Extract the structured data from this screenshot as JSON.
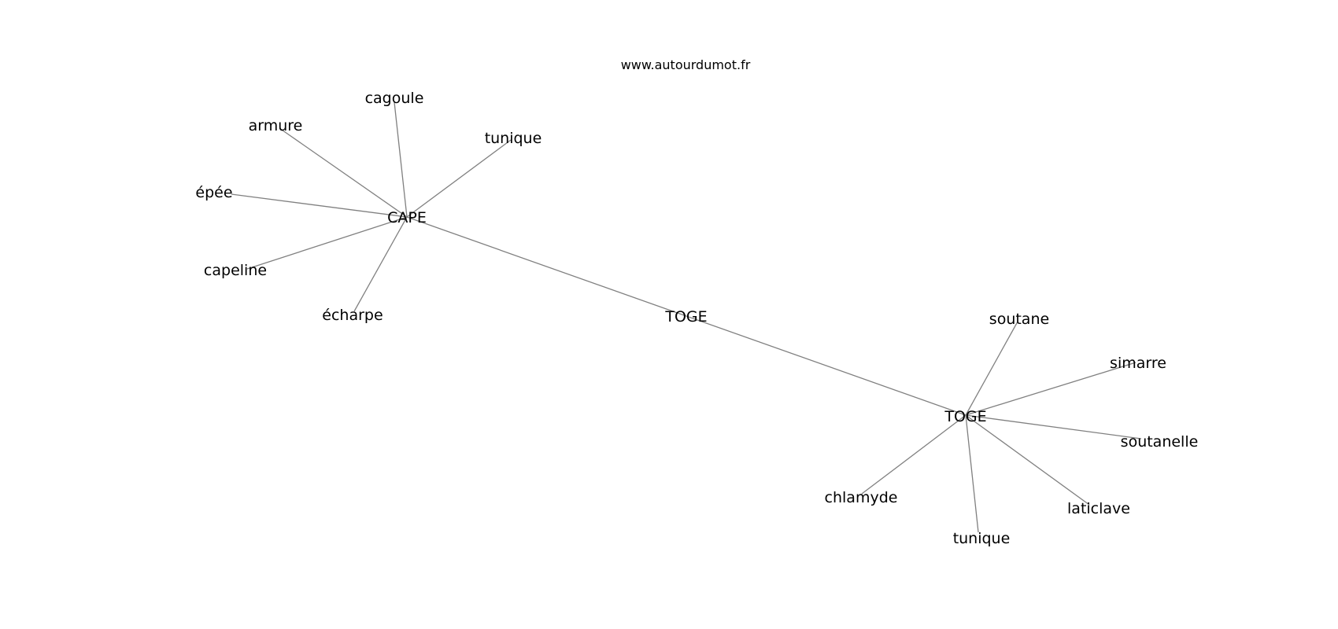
{
  "site": "www.autourdumot.fr",
  "center": {
    "label": "TOGE"
  },
  "hubs": [
    {
      "label": "CAPE",
      "words": [
        "cagoule",
        "armure",
        "tunique",
        "épée",
        "capeline",
        "écharpe"
      ]
    },
    {
      "label": "TOGE",
      "words": [
        "soutane",
        "simarre",
        "soutanelle",
        "chlamyde",
        "laticlave",
        "tunique"
      ]
    }
  ],
  "colors": {
    "edge": "#808080",
    "text": "#000000",
    "background": "#ffffff"
  }
}
